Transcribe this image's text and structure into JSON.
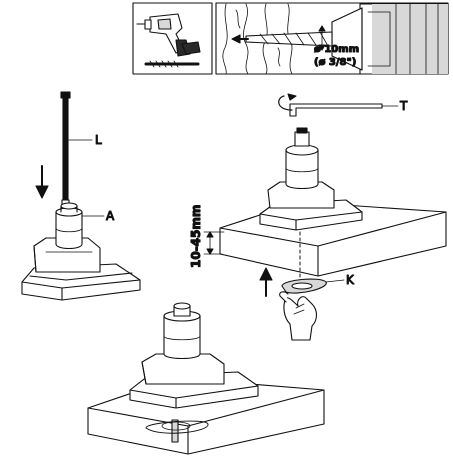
{
  "labels": {
    "l": "L",
    "a": "A",
    "t": "T",
    "k": "K"
  },
  "dimension": {
    "height_range": "10-45mm"
  },
  "drill_spec": {
    "diameter_metric": "ø 10mm",
    "diameter_imperial": "(ø 3/8\")"
  },
  "colors": {
    "stroke": "#111111",
    "fill": "#ffffff",
    "shade": "#d8d8d8",
    "drill_body": "#2a2a2a"
  },
  "icons": {
    "drill": "power-drill-icon",
    "bit": "drill-bit-icon",
    "wrench": "hex-key-icon",
    "hand": "hand-icon"
  }
}
